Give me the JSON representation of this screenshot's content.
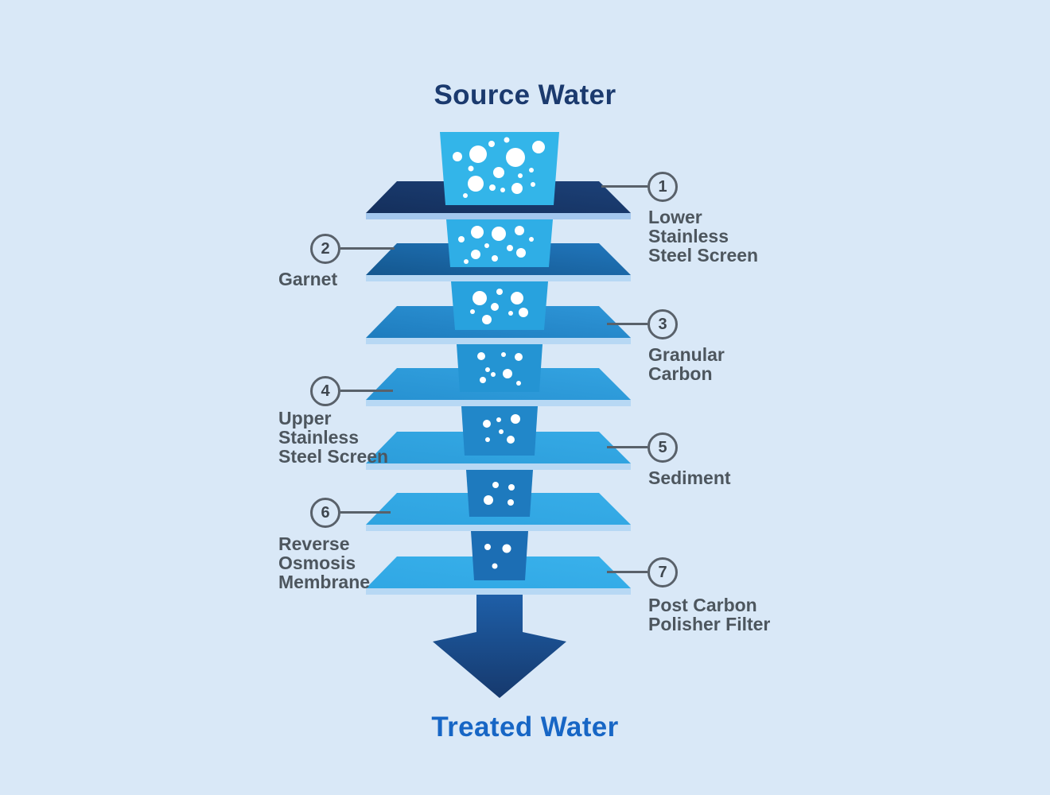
{
  "titles": {
    "source": "Source Water",
    "treated": "Treated Water"
  },
  "steps": [
    {
      "number": "1",
      "label": "Lower\nStainless\nSteel Screen",
      "side": "right"
    },
    {
      "number": "2",
      "label": "Garnet",
      "side": "left"
    },
    {
      "number": "3",
      "label": "Granular\nCarbon",
      "side": "right"
    },
    {
      "number": "4",
      "label": "Upper\nStainless\nSteel Screen",
      "side": "left"
    },
    {
      "number": "5",
      "label": "Sediment",
      "side": "right"
    },
    {
      "number": "6",
      "label": "Reverse\nOsmosis\nMembrane",
      "side": "left"
    },
    {
      "number": "7",
      "label": "Post Carbon\nPolisher Filter",
      "side": "right"
    }
  ],
  "colors": {
    "background": "#d9e8f7",
    "source_title": "#1b3a6e",
    "treated_title": "#1766c5",
    "label_text": "#4d565e",
    "callout_outline": "#59616a",
    "bubble": "#ffffff",
    "top_layer_navy": "#17386b",
    "bottom_layer_light_blue": "#39b1eb",
    "water_top_cyan": "#33b5e9",
    "water_bottom_blue": "#1c6eb4",
    "arrow_navy": "#163a6d",
    "layer_edge_light": "#b7d8f4"
  }
}
